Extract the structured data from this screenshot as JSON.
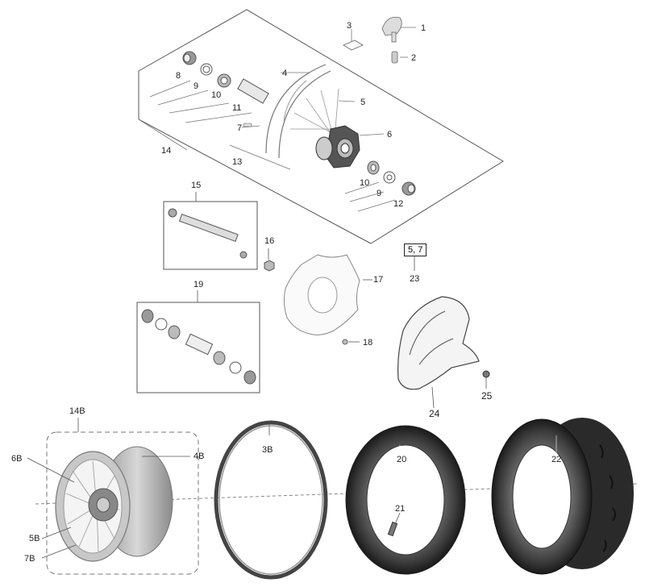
{
  "parts": {
    "p1": "1",
    "p2": "2",
    "p3": "3",
    "p4": "4",
    "p5": "5",
    "p6": "6",
    "p7": "7",
    "p8": "8",
    "p9a": "9",
    "p9b": "9",
    "p10a": "10",
    "p10b": "10",
    "p11": "11",
    "p12": "12",
    "p13": "13",
    "p14": "14",
    "p15": "15",
    "p16": "16",
    "p17": "17",
    "p18": "18",
    "p19": "19",
    "p23": "23",
    "p24": "24",
    "p25": "25",
    "p14b": "14B",
    "p6b": "6B",
    "p4b": "4B",
    "p5b": "5B",
    "p7b": "7B",
    "p3b": "3B",
    "p20": "20",
    "p21": "21",
    "p22": "22"
  },
  "kit_box": "5, 7"
}
